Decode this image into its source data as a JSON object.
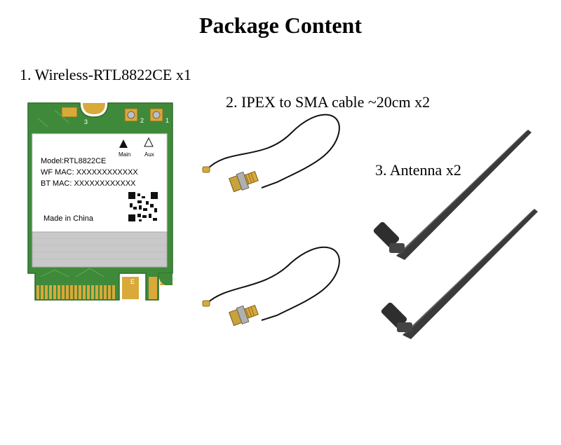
{
  "title": "Package Content",
  "items": [
    {
      "label": "1. Wireless-RTL8822CE x1"
    },
    {
      "label": "2. IPEX to SMA cable ~20cm x2"
    },
    {
      "label": "3. Antenna x2"
    }
  ],
  "card": {
    "model": "Model:RTL8822CE",
    "wf_mac": "WF MAC: XXXXXXXXXXXX",
    "bt_mac": "BT  MAC: XXXXXXXXXXXX",
    "origin": "Made in China",
    "main_label": "Main",
    "aux_label": "Aux",
    "connector_3": "3",
    "connector_2": "2",
    "connector_1": "1",
    "key_e": "E",
    "key_a": "A"
  },
  "colors": {
    "pcb": "#3f8a3a",
    "shield": "#c9c9c9",
    "gold": "#d9a93a",
    "antenna": "#3a3a3a"
  }
}
